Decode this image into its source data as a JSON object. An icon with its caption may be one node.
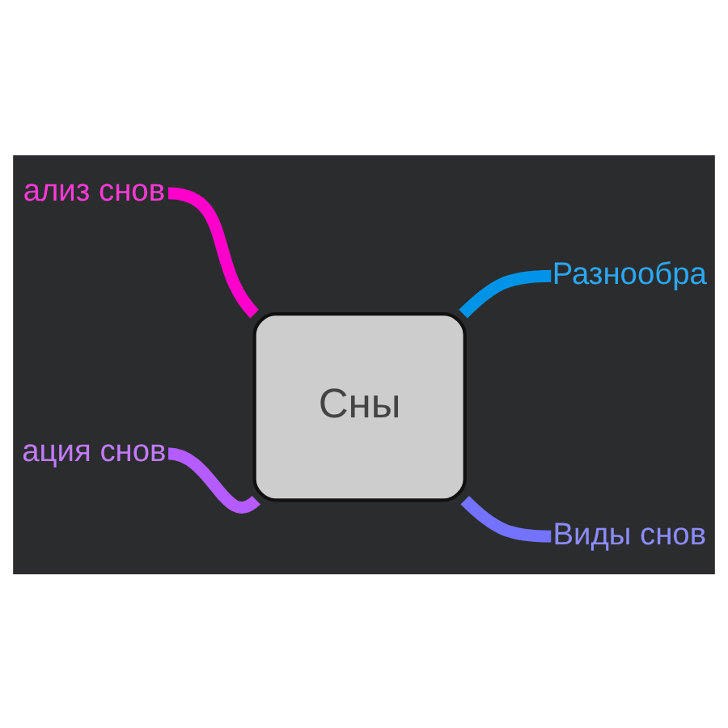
{
  "diagram": {
    "nodes": [
      {
        "text": [
          "Сны"
        ]
      },
      {
        "text": [
          "ализ снов"
        ]
      },
      {
        "text": [
          "Разнообра"
        ]
      },
      {
        "text": [
          "ация снов"
        ]
      },
      {
        "text": [
          "Виды снов"
        ]
      }
    ],
    "edges": [
      {
        "from": 0,
        "to": 1,
        "arrow": "none",
        "color": "#ff00cc"
      },
      {
        "from": 0,
        "to": 2,
        "arrow": "none",
        "color": "#0094e8"
      },
      {
        "from": 0,
        "to": 3,
        "arrow": "none",
        "color": "#b45cff"
      },
      {
        "from": 0,
        "to": 4,
        "arrow": "none",
        "color": "#7373ff"
      }
    ]
  }
}
